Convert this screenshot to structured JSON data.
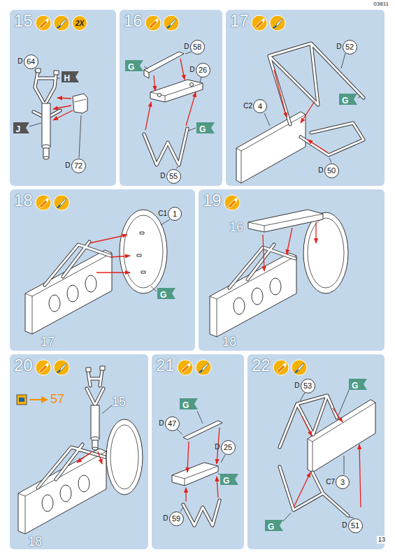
{
  "diagram": {
    "nodes": [
      {
        "text": [
          "15"
        ]
      },
      {
        "text": [
          "2X"
        ],
        "in": 0
      },
      {
        "text": [
          "D",
          "64"
        ],
        "in": 0
      },
      {
        "text": [
          "H"
        ],
        "in": 0
      },
      {
        "text": [
          "J"
        ],
        "in": 0
      },
      {
        "text": [
          "D",
          "72"
        ],
        "in": 0
      },
      {
        "text": [
          "16"
        ]
      },
      {
        "text": [
          "D",
          "58"
        ],
        "in": 6
      },
      {
        "text": [
          "G"
        ],
        "in": 6
      },
      {
        "text": [
          "D",
          "26"
        ],
        "in": 6
      },
      {
        "text": [
          "G"
        ],
        "in": 6
      },
      {
        "text": [
          "D",
          "55"
        ],
        "in": 6
      },
      {
        "text": [
          "17"
        ]
      },
      {
        "text": [
          "D",
          "52"
        ],
        "in": 12
      },
      {
        "text": [
          "C2",
          "4"
        ],
        "in": 12
      },
      {
        "text": [
          "G"
        ],
        "in": 12
      },
      {
        "text": [
          "D",
          "50"
        ],
        "in": 12
      },
      {
        "text": [
          "18"
        ]
      },
      {
        "text": [
          "C1",
          "1"
        ],
        "in": 17
      },
      {
        "text": [
          "G"
        ],
        "in": 17
      },
      {
        "text": [
          "19"
        ]
      },
      {
        "text": [
          "20"
        ]
      },
      {
        "text": [
          "21"
        ]
      },
      {
        "text": [
          "G"
        ],
        "in": 22
      },
      {
        "text": [
          "D",
          "47"
        ],
        "in": 22
      },
      {
        "text": [
          "D",
          "25"
        ],
        "in": 22
      },
      {
        "text": [
          "G"
        ],
        "in": 22
      },
      {
        "text": [
          "D",
          "59"
        ],
        "in": 22
      },
      {
        "text": [
          "22"
        ]
      },
      {
        "text": [
          "D",
          "53"
        ],
        "in": 28
      },
      {
        "text": [
          "G"
        ],
        "in": 28
      },
      {
        "text": [
          "C7",
          "3"
        ],
        "in": 28
      },
      {
        "text": [
          "G"
        ],
        "in": 28
      },
      {
        "text": [
          "D",
          "51"
        ],
        "in": 28
      }
    ],
    "labels": [
      "03811",
      "17",
      "16",
      "18",
      "57",
      "15",
      "18",
      "13"
    ]
  }
}
